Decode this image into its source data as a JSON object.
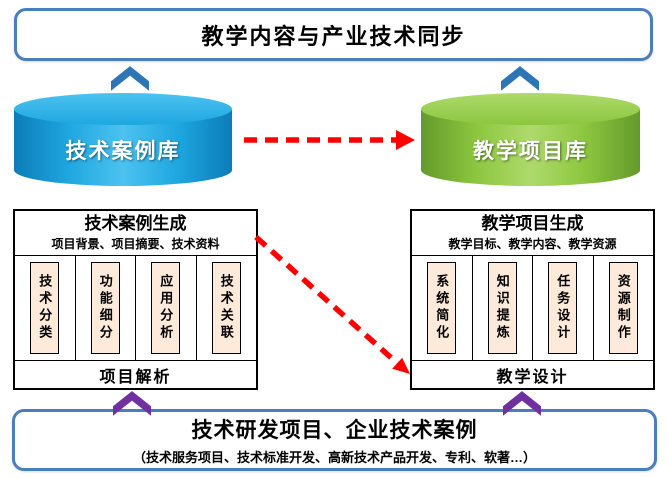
{
  "title_banner": {
    "text": "教学内容与产业技术同步"
  },
  "left_cylinder": {
    "label": "技术案例库"
  },
  "right_cylinder": {
    "label": "教学项目库"
  },
  "left_panel": {
    "title": "技术案例生成",
    "subtitle": "项目背景、项目摘要、技术资料",
    "columns": [
      "技术分类",
      "功能细分",
      "应用分析",
      "技术关联"
    ],
    "footer": "项目解析"
  },
  "right_panel": {
    "title": "教学项目生成",
    "subtitle": "教学目标、教学内容、教学资源",
    "columns": [
      "系统简化",
      "知识提炼",
      "任务设计",
      "资源制作"
    ],
    "footer": "教学设计"
  },
  "bottom_banner": {
    "line1": "技术研发项目、企业技术案例",
    "line2": "（技术服务项目、技术标准开发、高新技术产品开发、专利、软著…）"
  },
  "colors": {
    "banner_border": "#4a7ebc",
    "cyl_blue": "#1ea7e0",
    "cyl_blue_dark": "#0c7cb8",
    "cyl_blue_light": "#4cc2ef",
    "cyl_green": "#8cc63e",
    "cyl_green_dark": "#649a2b",
    "cyl_green_light": "#aeda6c",
    "cell_bg": "#fdeada",
    "chevron_blue": "#2e75b6",
    "chevron_purple": "#7030a0",
    "arrow_red": "#ff0000"
  }
}
